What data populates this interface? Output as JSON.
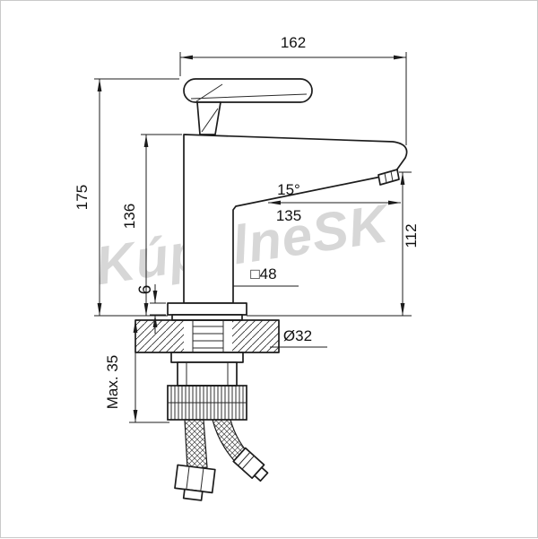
{
  "watermark": "KúpelneSK",
  "colors": {
    "line": "#1c1c1c",
    "watermark": "#d7d7d7",
    "background": "#ffffff"
  },
  "dims": {
    "top_width": "162",
    "total_height": "175",
    "body_height": "136",
    "outlet_height": "112",
    "spout_angle": "15°",
    "spout_reach": "135",
    "body_section": "□48",
    "hole_diameter": "Ø32",
    "base_height": "6",
    "max_thickness": "Max. 35"
  }
}
